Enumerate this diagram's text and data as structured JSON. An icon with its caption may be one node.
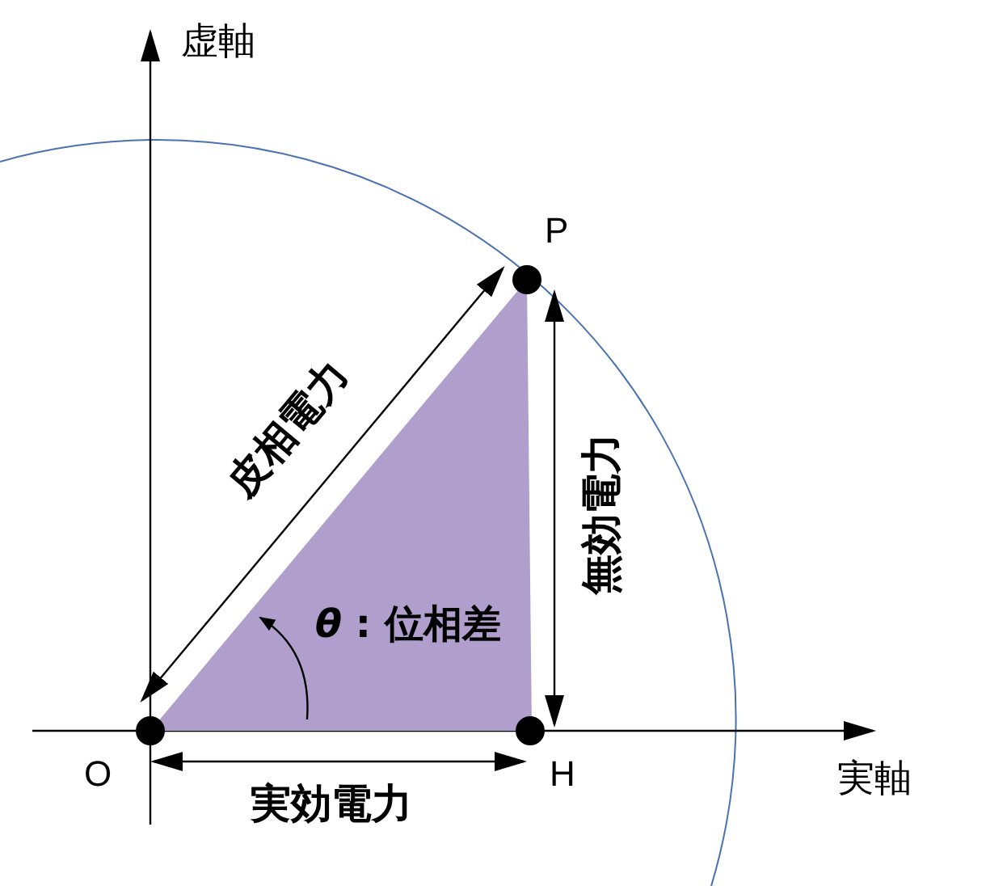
{
  "diagram": {
    "nodes": [
      {
        "text": [
          "*θ* : 位相差"
        ]
      },
      {
        "text": [],
        "shape": "circle",
        "beside": [
          "O"
        ]
      },
      {
        "text": [],
        "shape": "circle",
        "beside": [
          "P"
        ]
      },
      {
        "text": [],
        "shape": "circle",
        "beside": [
          "H"
        ]
      }
    ],
    "edges": [
      {
        "from": 1,
        "to": 2,
        "arrow": "both",
        "label": "皮相電力"
      },
      {
        "from": 1,
        "to": 3,
        "arrow": "both",
        "label": "実効電力"
      },
      {
        "from": 2,
        "to": 3,
        "arrow": "both",
        "label": "無効電力"
      }
    ],
    "labels": [
      "虚軸",
      "実軸"
    ]
  }
}
